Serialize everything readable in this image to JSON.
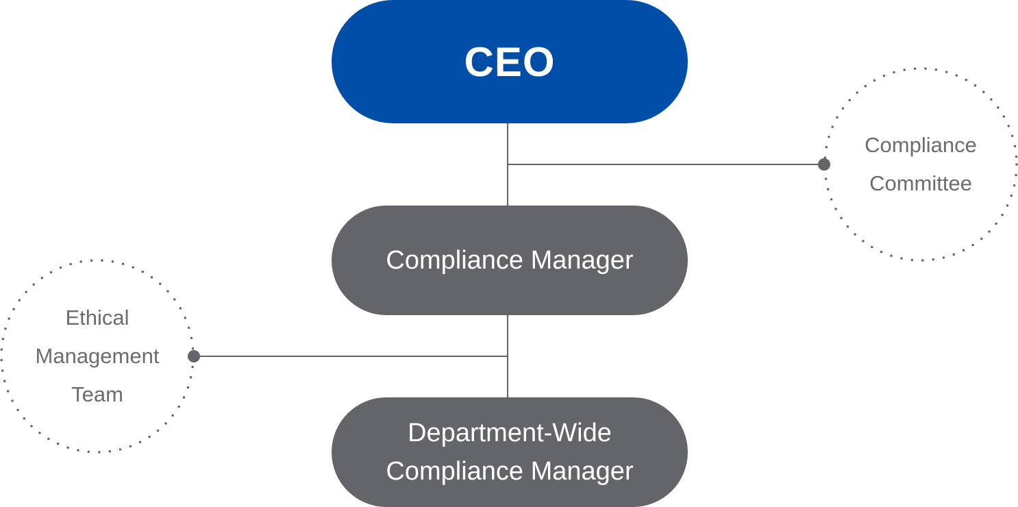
{
  "colors": {
    "ceo_fill": "#004ea8",
    "manager_fill": "#646568",
    "connector": "#646568",
    "dotted_outline": "#646568",
    "circle_text": "#6b6c70"
  },
  "nodes": {
    "ceo": {
      "label": "CEO"
    },
    "compliance_manager": {
      "label": "Compliance Manager"
    },
    "department_manager": {
      "lines": [
        "Department-Wide",
        "Compliance Manager"
      ]
    },
    "compliance_committee": {
      "lines": [
        "Compliance",
        "Committee"
      ]
    },
    "ethical_team": {
      "lines": [
        "Ethical",
        "Management",
        "Team"
      ]
    }
  }
}
